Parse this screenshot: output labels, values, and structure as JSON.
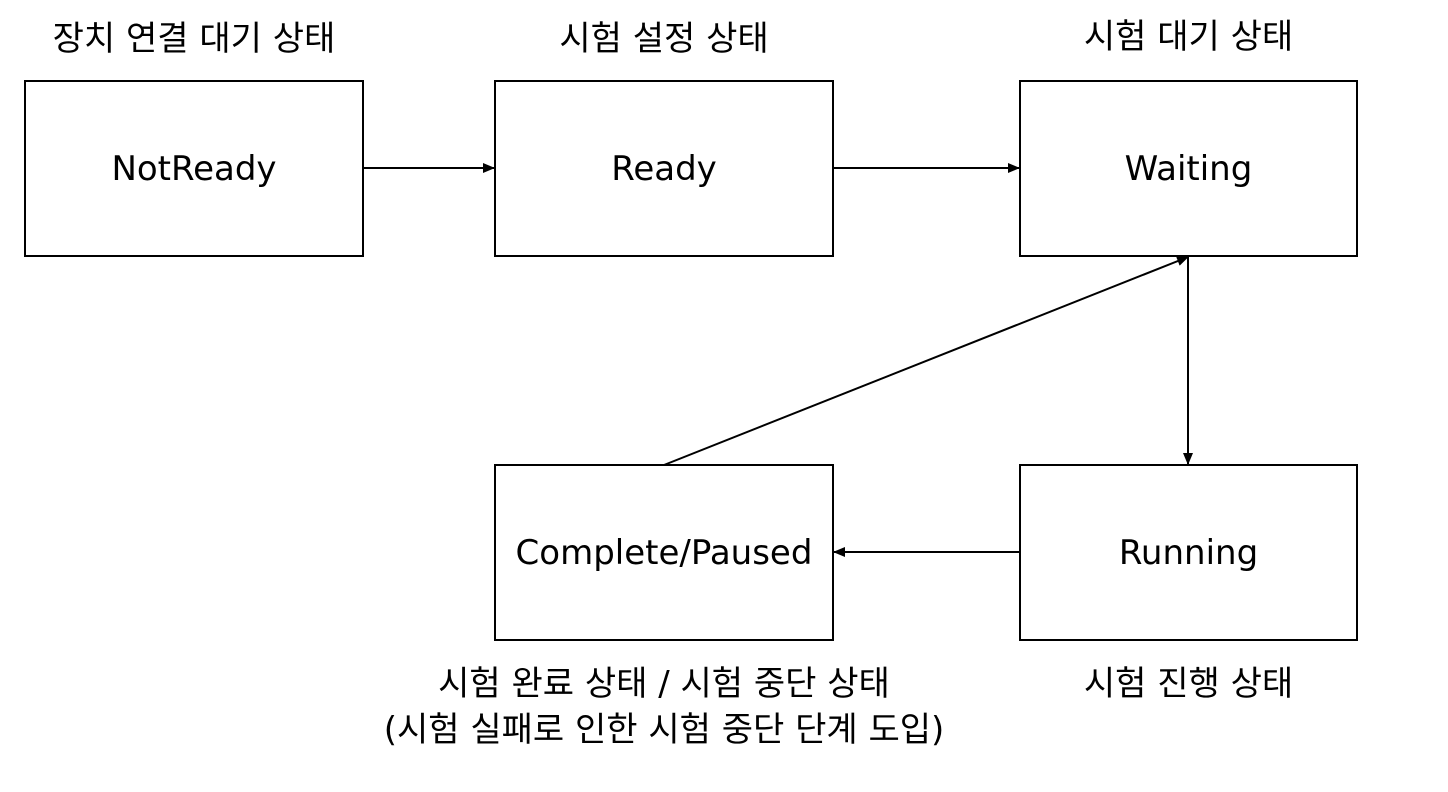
{
  "colors": {
    "line": "#000000",
    "background": "#ffffff"
  },
  "states": [
    {
      "id": "notready",
      "name": "NotReady",
      "caption": "장치 연결 대기 상태"
    },
    {
      "id": "ready",
      "name": "Ready",
      "caption": "시험 설정 상태"
    },
    {
      "id": "waiting",
      "name": "Waiting",
      "caption": "시험 대기 상태"
    },
    {
      "id": "running",
      "name": "Running",
      "caption": "시험 진행 상태"
    },
    {
      "id": "complete",
      "name": "Complete/Paused",
      "caption": "시험 완료 상태 / 시험 중단 상태",
      "caption_note": "(시험 실패로 인한 시험 중단 단계 도입)"
    }
  ],
  "transitions": [
    {
      "from": "NotReady",
      "to": "Ready"
    },
    {
      "from": "Ready",
      "to": "Waiting"
    },
    {
      "from": "Waiting",
      "to": "Running"
    },
    {
      "from": "Running",
      "to": "Complete/Paused"
    },
    {
      "from": "Complete/Paused",
      "to": "Waiting"
    }
  ]
}
